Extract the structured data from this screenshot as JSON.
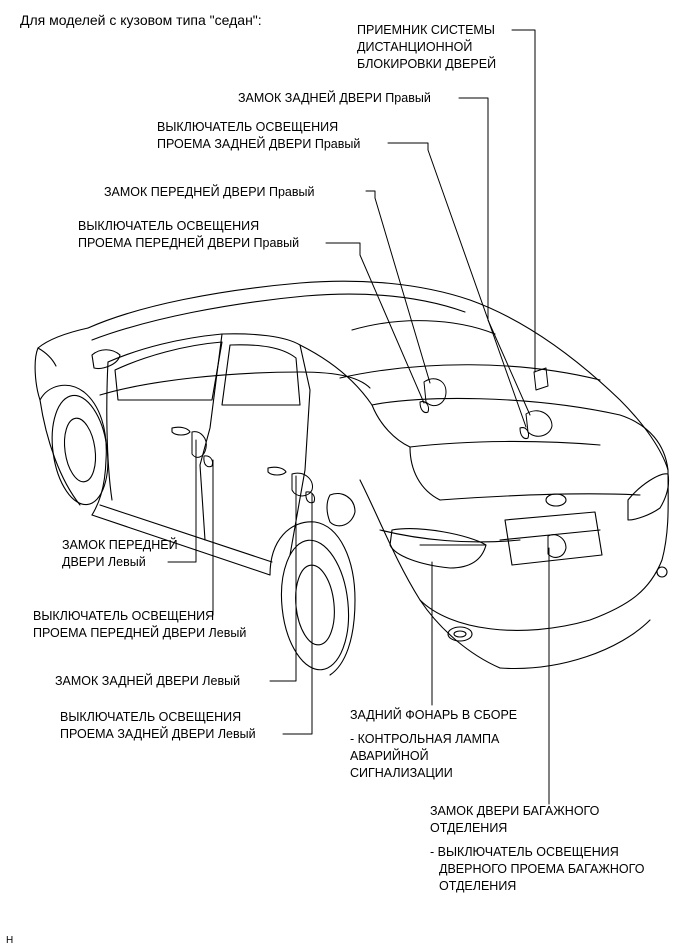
{
  "title": "Для моделей с кузовом типа \"седан\":",
  "labels": {
    "receiver_line1": "ПРИЕМНИК СИСТЕМЫ",
    "receiver_line2": "ДИСТАНЦИОННОЙ",
    "receiver_line3": "БЛОКИРОВКИ ДВЕРЕЙ",
    "rr_rear_lock": "ЗАМОК ЗАДНЕЙ ДВЕРИ  Правый",
    "rr_courtesy_line1": "ВЫКЛЮЧАТЕЛЬ ОСВЕЩЕНИЯ",
    "rr_courtesy_line2": "ПРОЕМА ЗАДНЕЙ ДВЕРИ  Правый",
    "rf_front_lock": "ЗАМОК ПЕРЕДНЕЙ ДВЕРИ  Правый",
    "rf_courtesy_line1": "ВЫКЛЮЧАТЕЛЬ ОСВЕЩЕНИЯ",
    "rf_courtesy_line2": "ПРОЕМА ПЕРЕДНЕЙ ДВЕРИ  Правый",
    "lf_front_lock_line1": "ЗАМОК ПЕРЕДНЕЙ",
    "lf_front_lock_line2": "ДВЕРИ  Левый",
    "lf_courtesy_line1": "ВЫКЛЮЧАТЕЛЬ ОСВЕЩЕНИЯ",
    "lf_courtesy_line2": "ПРОЕМА ПЕРЕДНЕЙ ДВЕРИ  Левый",
    "lr_rear_lock": "ЗАМОК ЗАДНЕЙ ДВЕРИ  Левый",
    "lr_courtesy_line1": "ВЫКЛЮЧАТЕЛЬ ОСВЕЩЕНИЯ",
    "lr_courtesy_line2": "ПРОЕМА ЗАДНЕЙ ДВЕРИ  Левый",
    "taillight_title": "ЗАДНИЙ ФОНАРЬ В СБОРЕ",
    "taillight_sub_line1": "- КОНТРОЛЬНАЯ ЛАМПА",
    "taillight_sub_line2": "АВАРИЙНОЙ",
    "taillight_sub_line3": "СИГНАЛИЗАЦИИ",
    "trunk_lock_line1": "ЗАМОК ДВЕРИ БАГАЖНОГО",
    "trunk_lock_line2": "ОТДЕЛЕНИЯ",
    "trunk_sub_line1": "- ВЫКЛЮЧАТЕЛЬ ОСВЕЩЕНИЯ",
    "trunk_sub_line2": "ДВЕРНОГО ПРОЕМА БАГАЖНОГО",
    "trunk_sub_line3": "ОТДЕЛЕНИЯ"
  },
  "footer_code": "H"
}
